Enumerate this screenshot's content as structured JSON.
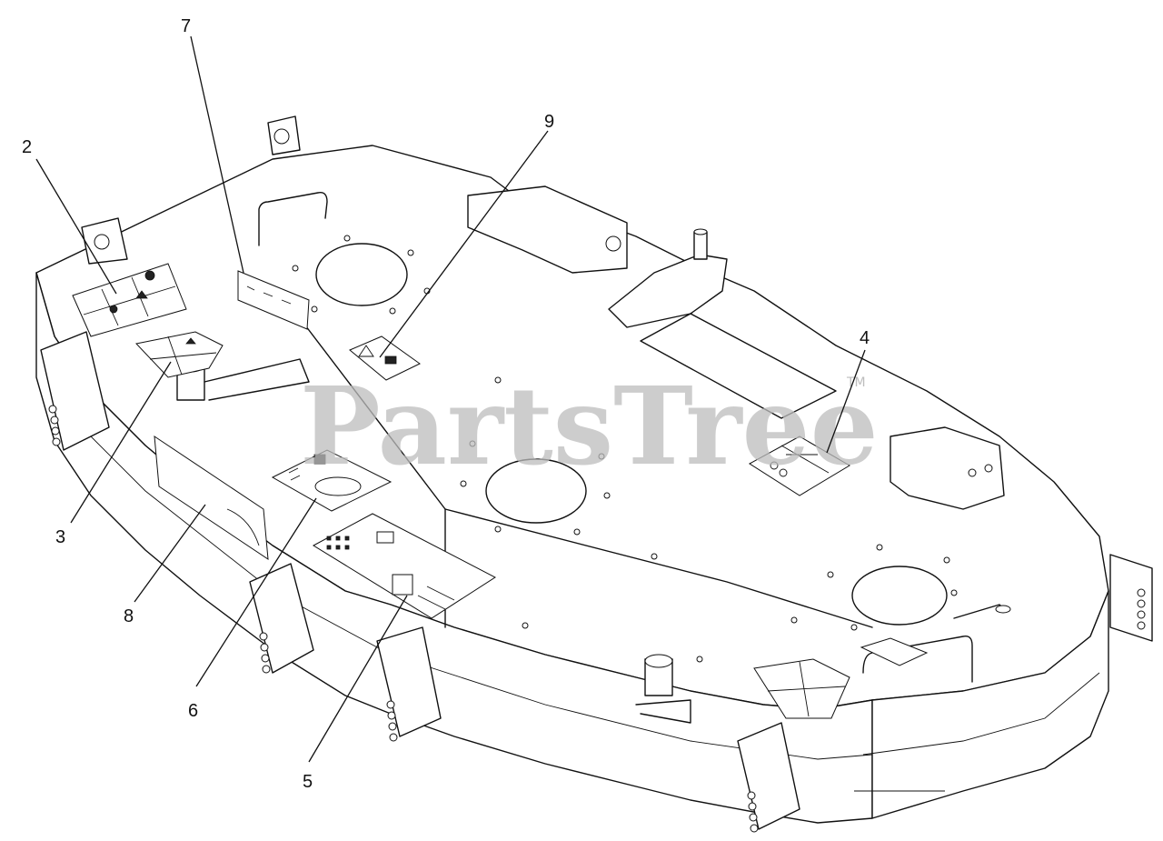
{
  "diagram": {
    "watermark": "PartsTree",
    "watermark_tm": "TM",
    "callouts": [
      {
        "id": "c2",
        "label": "2"
      },
      {
        "id": "c3",
        "label": "3"
      },
      {
        "id": "c4",
        "label": "4"
      },
      {
        "id": "c5",
        "label": "5"
      },
      {
        "id": "c6",
        "label": "6"
      },
      {
        "id": "c7",
        "label": "7"
      },
      {
        "id": "c8",
        "label": "8"
      },
      {
        "id": "c9",
        "label": "9"
      }
    ]
  }
}
